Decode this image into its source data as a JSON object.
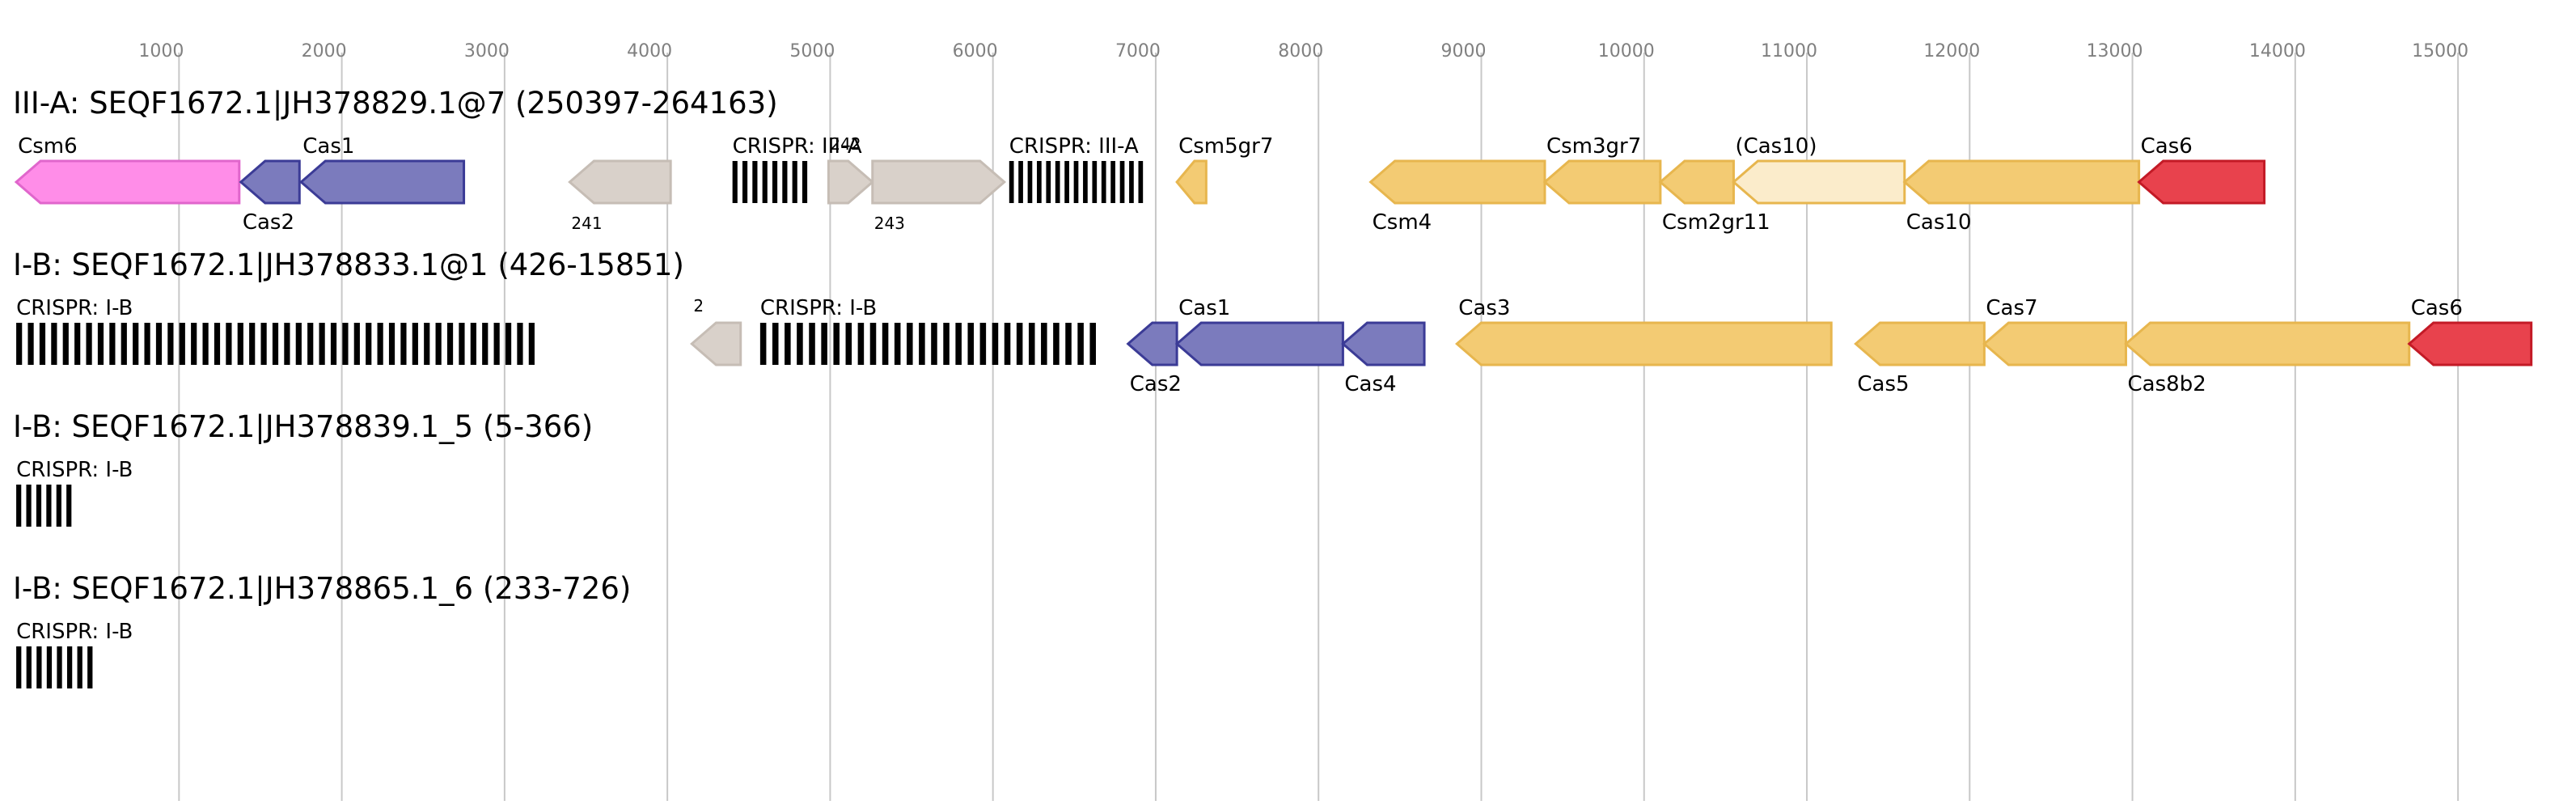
{
  "axis": {
    "ticks": [
      1000,
      2000,
      3000,
      4000,
      5000,
      6000,
      7000,
      8000,
      9000,
      10000,
      11000,
      12000,
      13000,
      14000,
      15000
    ],
    "xlim": [
      -50,
      15700
    ],
    "grid": true
  },
  "colors": {
    "pink": "#ff8de8",
    "pink_edge": "#e066cc",
    "blue": "#7b7bbd",
    "blue_edge": "#3b3b96",
    "gray": "#d9d1ca",
    "gray_edge": "#c6bdb5",
    "yellow": "#f3cb73",
    "yellow_edge": "#e7b64e",
    "light_yellow": "#fbeccb",
    "red": "#e8424d",
    "red_edge": "#c31a26",
    "crispr": "#000000"
  },
  "tracks": [
    {
      "title": "III-A: SEQF1672.1|JH378829.1@7 (250397-264163)",
      "genes": [
        {
          "label": "Csm6",
          "start": 0,
          "end": 1370,
          "strand": -1,
          "color": "pink",
          "label_pos": "above"
        },
        {
          "label": "Cas2",
          "start": 1380,
          "end": 1740,
          "strand": -1,
          "color": "blue",
          "label_pos": "below"
        },
        {
          "label": "Cas1",
          "start": 1750,
          "end": 2750,
          "strand": -1,
          "color": "blue",
          "label_pos": "above"
        },
        {
          "label": "241",
          "start": 3400,
          "end": 4020,
          "strand": -1,
          "color": "gray",
          "label_pos": "below_small"
        },
        {
          "label": "242",
          "start": 4990,
          "end": 5260,
          "strand": 1,
          "color": "gray",
          "label_pos": "above_small"
        },
        {
          "label": "243",
          "start": 5260,
          "end": 6070,
          "strand": 1,
          "color": "gray",
          "label_pos": "below_small"
        },
        {
          "label": "Csm5gr7",
          "start": 7130,
          "end": 7310,
          "strand": -1,
          "color": "yellow",
          "label_pos": "above"
        },
        {
          "label": "Csm4",
          "start": 8320,
          "end": 9390,
          "strand": -1,
          "color": "yellow",
          "label_pos": "below"
        },
        {
          "label": "Csm3gr7",
          "start": 9390,
          "end": 10100,
          "strand": -1,
          "color": "yellow",
          "label_pos": "above"
        },
        {
          "label": "Csm2gr11",
          "start": 10100,
          "end": 10550,
          "strand": -1,
          "color": "yellow",
          "label_pos": "below"
        },
        {
          "label": "(Cas10)",
          "start": 10550,
          "end": 11600,
          "strand": -1,
          "color": "light_yellow",
          "label_pos": "above"
        },
        {
          "label": "Cas10",
          "start": 11600,
          "end": 13040,
          "strand": -1,
          "color": "yellow",
          "label_pos": "below"
        },
        {
          "label": "Cas6",
          "start": 13040,
          "end": 13810,
          "strand": -1,
          "color": "red",
          "label_pos": "above"
        }
      ],
      "crisprs": [
        {
          "label": "CRISPR: III-A",
          "start": 4400,
          "end": 4890,
          "repeats": 8
        },
        {
          "label": "CRISPR: III-A",
          "start": 6100,
          "end": 6950,
          "repeats": 15
        }
      ]
    },
    {
      "title": "I-B: SEQF1672.1|JH378833.1@1 (426-15851)",
      "genes": [
        {
          "label": "2",
          "start": 4150,
          "end": 4450,
          "strand": -1,
          "color": "gray",
          "label_pos": "above_small"
        },
        {
          "label": "Cas2",
          "start": 6830,
          "end": 7130,
          "strand": -1,
          "color": "blue",
          "label_pos": "below"
        },
        {
          "label": "Cas1",
          "start": 7130,
          "end": 8150,
          "strand": -1,
          "color": "blue",
          "label_pos": "above"
        },
        {
          "label": "Cas4",
          "start": 8150,
          "end": 8650,
          "strand": -1,
          "color": "blue",
          "label_pos": "below"
        },
        {
          "label": "Cas3",
          "start": 8850,
          "end": 11150,
          "strand": -1,
          "color": "yellow",
          "label_pos": "above"
        },
        {
          "label": "Cas5",
          "start": 11300,
          "end": 12090,
          "strand": -1,
          "color": "yellow",
          "label_pos": "below"
        },
        {
          "label": "Cas7",
          "start": 12090,
          "end": 12960,
          "strand": -1,
          "color": "yellow",
          "label_pos": "above"
        },
        {
          "label": "Cas8b2",
          "start": 12960,
          "end": 14700,
          "strand": -1,
          "color": "yellow",
          "label_pos": "below"
        },
        {
          "label": "Cas6",
          "start": 14700,
          "end": 15450,
          "strand": -1,
          "color": "red",
          "label_pos": "above"
        }
      ],
      "crisprs": [
        {
          "label": "CRISPR: I-B",
          "start": 0,
          "end": 3220,
          "repeats": 45
        },
        {
          "label": "CRISPR: I-B",
          "start": 4570,
          "end": 6670,
          "repeats": 28
        }
      ]
    },
    {
      "title": "I-B: SEQF1672.1|JH378839.1_5 (5-366)",
      "genes": [],
      "crisprs": [
        {
          "label": "CRISPR: I-B",
          "start": 0,
          "end": 370,
          "repeats": 6
        }
      ]
    },
    {
      "title": "I-B: SEQF1672.1|JH378865.1_6 (233-726)",
      "genes": [],
      "crisprs": [
        {
          "label": "CRISPR: I-B",
          "start": 0,
          "end": 500,
          "repeats": 8
        }
      ]
    }
  ]
}
